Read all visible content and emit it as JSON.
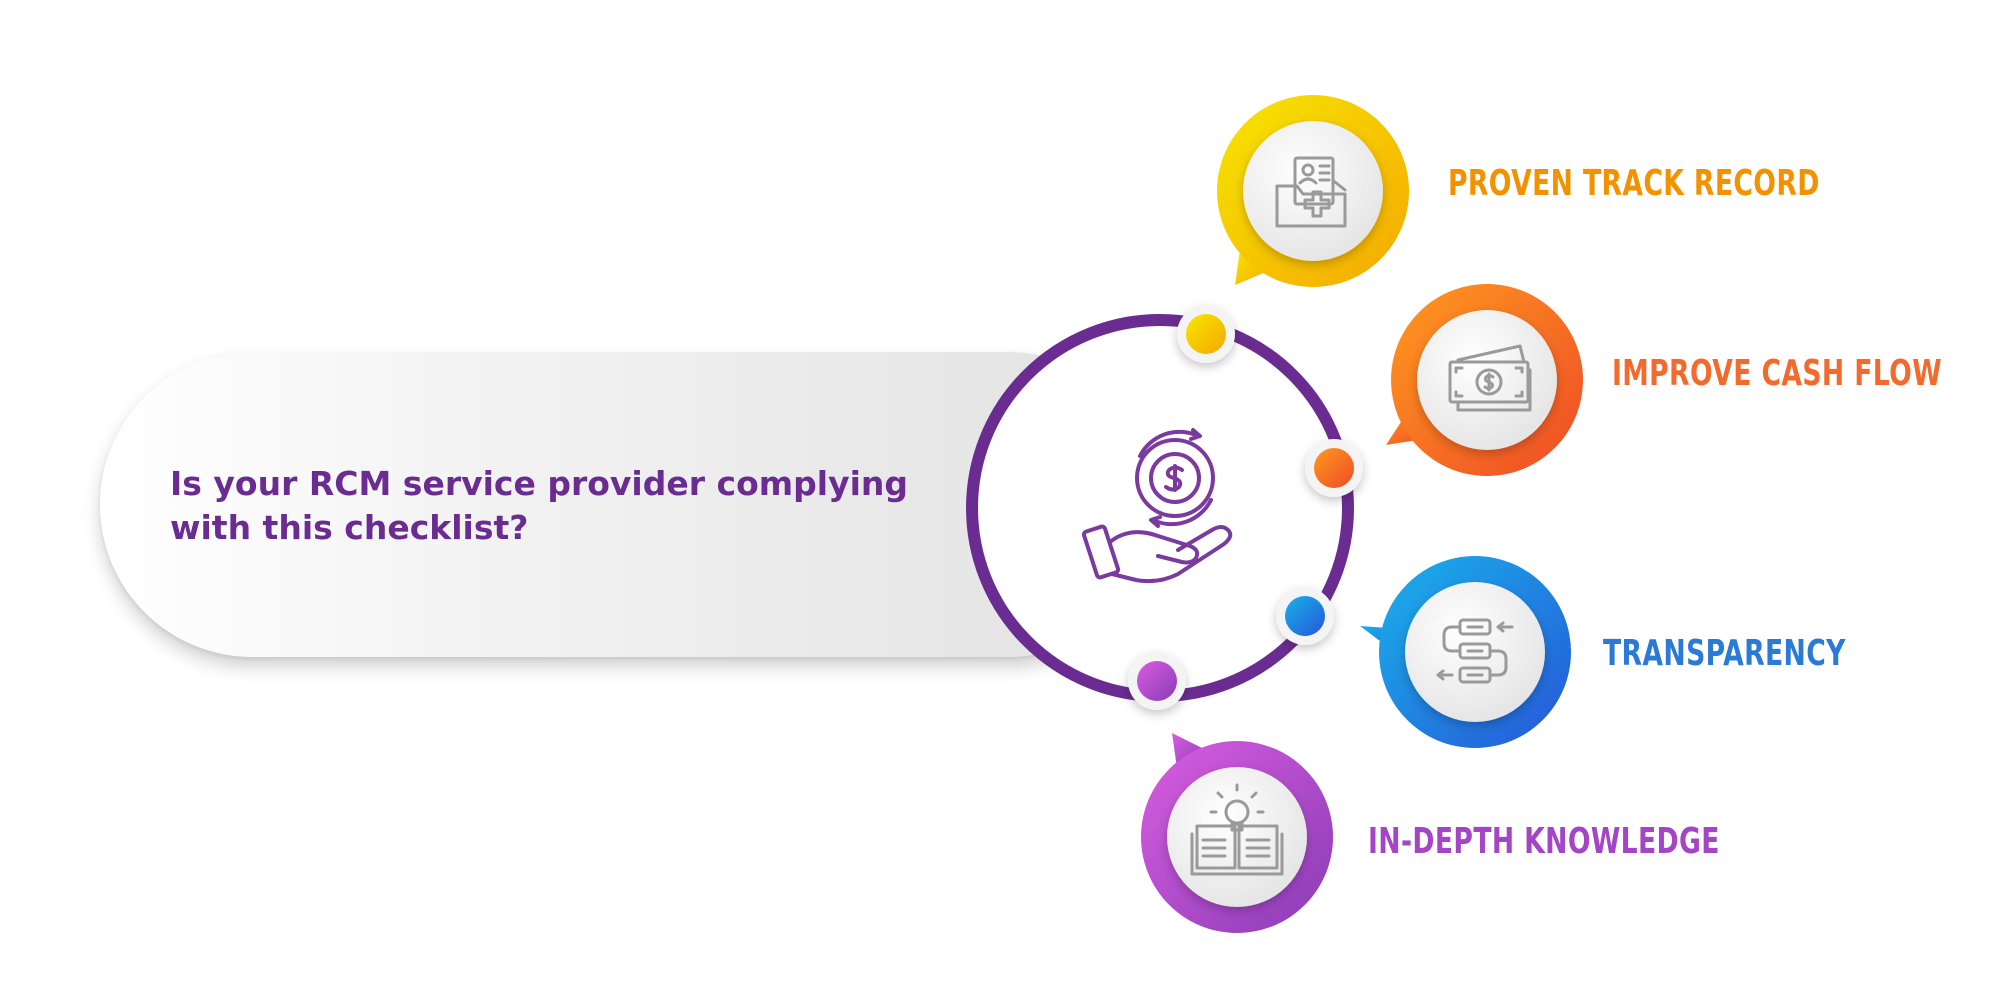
{
  "question": {
    "line1": "Is your RCM service provider complying",
    "line2": "with this checklist?"
  },
  "center": {
    "icon": "money-hand-cycle-icon"
  },
  "items": [
    {
      "label": "PROVEN TRACK RECORD",
      "color": "#f39200",
      "grad_start": "#f7e600",
      "grad_end": "#f5a800",
      "icon": "medical-folder-icon"
    },
    {
      "label": "IMPROVE CASH FLOW",
      "color": "#f26a2e",
      "grad_start": "#ff9a1f",
      "grad_end": "#ee4a26",
      "icon": "cash-money-icon"
    },
    {
      "label": "TRANSPARENCY",
      "color": "#2a7ad6",
      "grad_start": "#1ab2ea",
      "grad_end": "#2656d8",
      "icon": "process-flow-icon"
    },
    {
      "label": "IN-DEPTH KNOWLEDGE",
      "color": "#a445c6",
      "grad_start": "#d85ee0",
      "grad_end": "#8a3bb6",
      "icon": "book-idea-icon"
    }
  ],
  "colors": {
    "ring": "#6a2c91",
    "question": "#6a2c91"
  }
}
